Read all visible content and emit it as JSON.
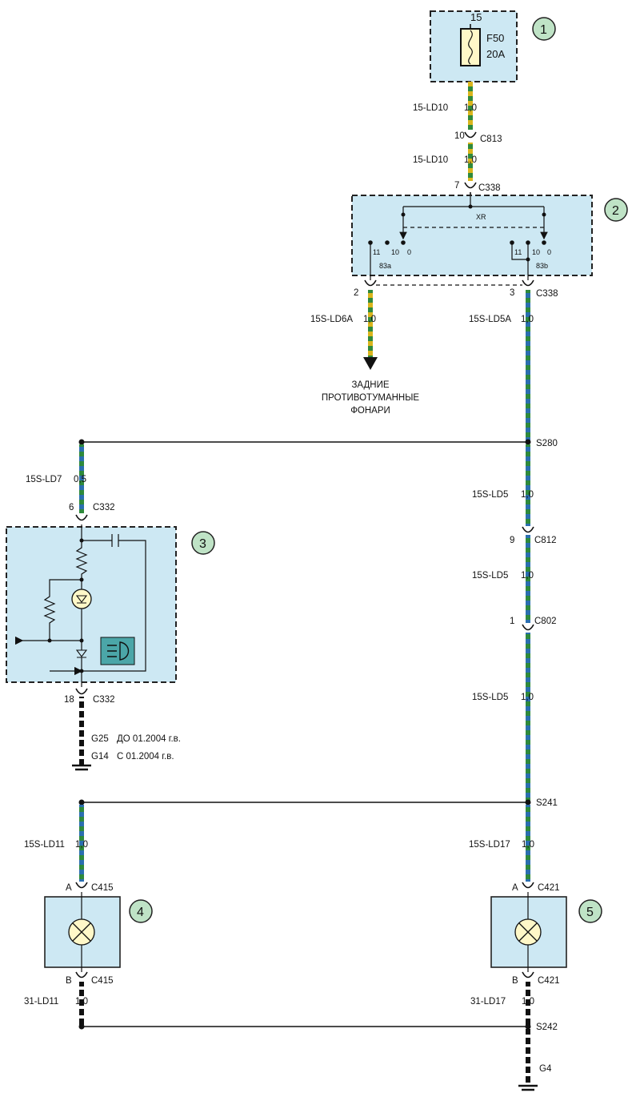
{
  "colors": {
    "component_fill": "#cde8f3",
    "callout_fill": "#bfe3c6",
    "wire_yellow": "#d9b51c",
    "wire_green": "#2f8a3c",
    "wire_blue": "#2b6fb0",
    "wire_black": "#111111"
  },
  "callouts": [
    "1",
    "2",
    "3",
    "4",
    "5"
  ],
  "fuse": {
    "terminal": "15",
    "name": "F50",
    "rating": "20A"
  },
  "switch": {
    "label": "XR",
    "pos_a": [
      "11",
      "10",
      "0"
    ],
    "pos_b": [
      "11",
      "10",
      "0"
    ],
    "contact_a": "83a",
    "contact_b": "83b"
  },
  "wires": {
    "w1": {
      "name": "15-LD10",
      "size": "1,0"
    },
    "w2": {
      "name": "15-LD10",
      "size": "1,0"
    },
    "w3": {
      "name": "15S-LD6A",
      "size": "1,0"
    },
    "w4": {
      "name": "15S-LD5A",
      "size": "1,0"
    },
    "w5": {
      "name": "15S-LD7",
      "size": "0,5"
    },
    "w6": {
      "name": "15S-LD5",
      "size": "1,0"
    },
    "w7": {
      "name": "15S-LD5",
      "size": "1,0"
    },
    "w8": {
      "name": "15S-LD5",
      "size": "1,0"
    },
    "w9": {
      "name": "15S-LD11",
      "size": "1,0"
    },
    "w10": {
      "name": "15S-LD17",
      "size": "1,0"
    },
    "w11": {
      "name": "31-LD11",
      "size": "1,0"
    },
    "w12": {
      "name": "31-LD17",
      "size": "1,0"
    }
  },
  "connectors": {
    "c813": {
      "pin": "10",
      "name": "C813"
    },
    "c338_top": {
      "pin": "7",
      "name": "C338"
    },
    "c338_left": {
      "pin": "2"
    },
    "c338_right": {
      "pin": "3",
      "name": "C338"
    },
    "c332_top": {
      "pin": "6",
      "name": "C332"
    },
    "c332_bottom": {
      "pin": "18",
      "name": "C332"
    },
    "c812": {
      "pin": "9",
      "name": "C812"
    },
    "c802": {
      "pin": "1",
      "name": "C802"
    },
    "c415_a": {
      "pin": "A",
      "name": "C415"
    },
    "c415_b": {
      "pin": "B",
      "name": "C415"
    },
    "c421_a": {
      "pin": "A",
      "name": "C421"
    },
    "c421_b": {
      "pin": "B",
      "name": "C421"
    }
  },
  "splices": {
    "s280": "S280",
    "s241": "S241",
    "s242": "S242"
  },
  "rear_fog_label": [
    "ЗАДНИЕ",
    "ПРОТИВОТУМАННЫЕ",
    "ФОНАРИ"
  ],
  "grounds": {
    "g25": {
      "name": "G25",
      "note": "ДО 01.2004 г.в."
    },
    "g14": {
      "name": "G14",
      "note": "С 01.2004 г.в."
    },
    "g4": "G4"
  }
}
